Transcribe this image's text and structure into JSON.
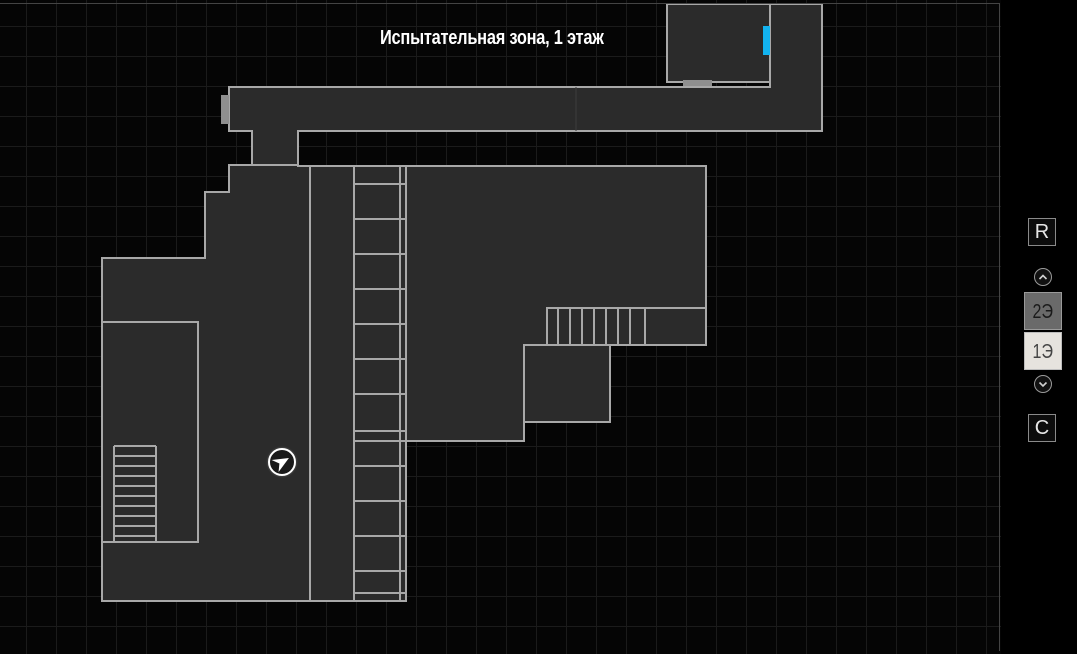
{
  "map": {
    "title": "Испытательная зона, 1 этаж"
  },
  "floor_panel": {
    "reset_label": "R",
    "close_label": "C",
    "floors": [
      {
        "label": "2Э",
        "selected": false
      },
      {
        "label": "1Э",
        "selected": true
      }
    ]
  },
  "colors": {
    "room_fill": "#2b2b2b",
    "wall": "#a8a8a8",
    "door_highlight": "#12b3f0",
    "door_neutral": "#8f8f8f",
    "grid": "#1b1b1b"
  },
  "icons": {
    "player_marker": "player-position-arrow-icon",
    "floor_up": "chevron-up-icon",
    "floor_down": "chevron-down-icon"
  }
}
